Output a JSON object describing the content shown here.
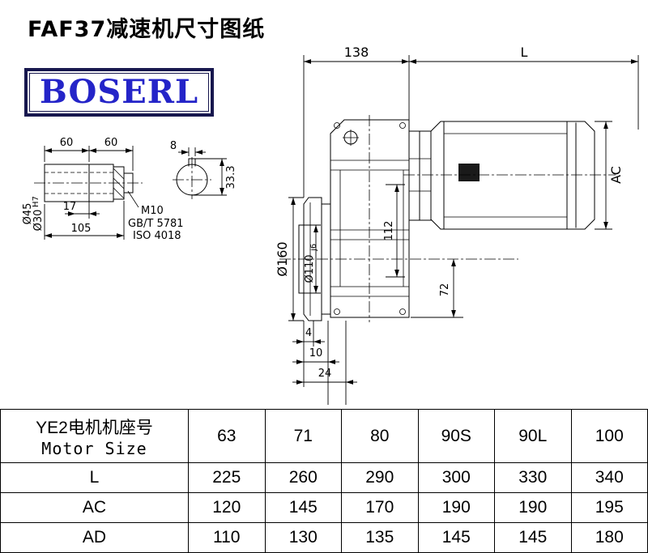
{
  "page": {
    "title": "FAF37减速机尺寸图纸"
  },
  "logo": {
    "text": "BOSERL",
    "text_color": "#2424c8",
    "border_color": "#17174e"
  },
  "drawing": {
    "shaft_detail": {
      "dim_60_left": "60",
      "dim_60_right": "60",
      "dim_8": "8",
      "dia_45": "Ø45",
      "dia_30": "Ø30",
      "dia_30_tol": "H7",
      "dim_17": "17",
      "dim_105": "105",
      "thread": "M10",
      "standard_1": "GB/T 5781",
      "standard_2": "ISO 4018",
      "dim_33_3": "33.3"
    },
    "main_view": {
      "dim_138": "138",
      "dim_L": "L",
      "dim_AC": "AC",
      "dim_112": "112",
      "dim_72": "72",
      "dia_160": "Ø160",
      "dia_110": "Ø110",
      "dia_110_tol": "j6",
      "dim_4": "4",
      "dim_10": "10",
      "dim_24": "24"
    }
  },
  "table": {
    "header_col1_line1": "YE2电机机座号",
    "header_col1_line2": "Motor Size",
    "motor_sizes": [
      "63",
      "71",
      "80",
      "90S",
      "90L",
      "100"
    ],
    "rows": [
      {
        "label": "L",
        "values": [
          "225",
          "260",
          "290",
          "300",
          "330",
          "340"
        ]
      },
      {
        "label": "AC",
        "values": [
          "120",
          "145",
          "170",
          "190",
          "190",
          "195"
        ]
      },
      {
        "label": "AD",
        "values": [
          "110",
          "130",
          "135",
          "145",
          "145",
          "180"
        ]
      }
    ]
  }
}
